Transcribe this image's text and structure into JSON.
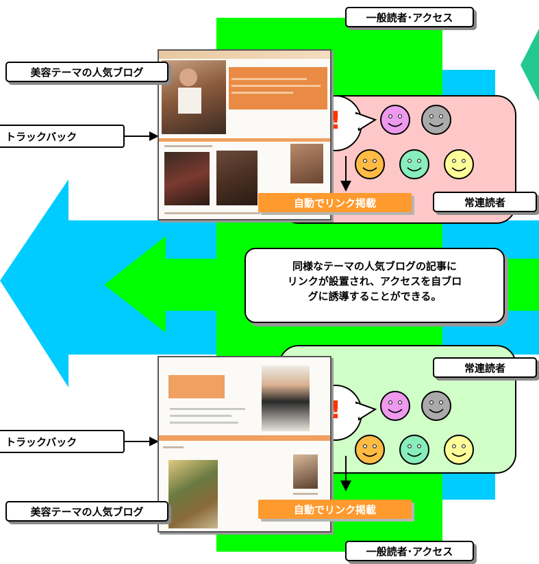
{
  "labels": {
    "general_access_top": "一般読者･アクセス",
    "general_access_bottom": "一般読者･アクセス",
    "popular_blog_top": "美容テーマの人気ブログ",
    "popular_blog_bottom": "美容テーマの人気ブログ",
    "trackback_top": "トラックバック",
    "trackback_bottom": "トラックバック",
    "auto_link_top": "自動でリンク掲載",
    "auto_link_bottom": "自動でリンク掲載",
    "regular_readers_top": "常連読者",
    "regular_readers_bottom": "常連読者",
    "exclamation_top": "!",
    "exclamation_bottom": "!"
  },
  "callout": {
    "lines": [
      "同様なテーマの人気ブログの記事に",
      "リンクが設置され、アクセスを自ブロ",
      "グに誘導することができる。"
    ]
  },
  "colors": {
    "green_band": "#00ff00",
    "cyan_arrow": "#00ccff",
    "teal_arrow": "#22c98f",
    "pink_panel": "#ffc8c8",
    "mint_panel": "#d0ffc8",
    "orange_label": "#ff9a2e",
    "face_pink": "#ee99ee",
    "face_gray": "#aaaaaa",
    "face_orange": "#ffbb44",
    "face_mint": "#88eebb",
    "face_yellow": "#ffff99"
  },
  "icons": [
    "smiley-face-icon",
    "exclamation-bubble-icon",
    "down-arrow-icon",
    "right-arrow-icon"
  ]
}
